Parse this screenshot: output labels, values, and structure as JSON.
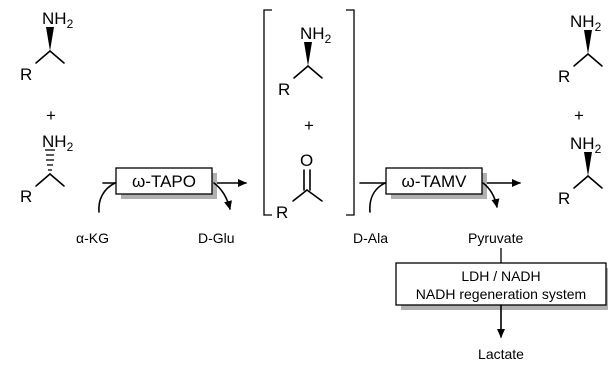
{
  "atoms": {
    "amine_group": "NH",
    "amine_subscript": "2",
    "r_group": "R",
    "oxygen": "O"
  },
  "operators": {
    "plus": "+"
  },
  "enzymes": {
    "first": "ω-TAPO",
    "second": "ω-TAMV"
  },
  "cosubstrates": {
    "first_in": "α-KG",
    "first_out": "D-Glu",
    "second_in": "D-Ala",
    "second_out": "Pyruvate"
  },
  "recycling": {
    "line1": "LDH / NADH",
    "line2": "NADH regeneration system",
    "product": "Lactate"
  },
  "colors": {
    "ink": "#000000",
    "box_fill": "#ffffff",
    "box_shadow": "#b0b0b0"
  }
}
